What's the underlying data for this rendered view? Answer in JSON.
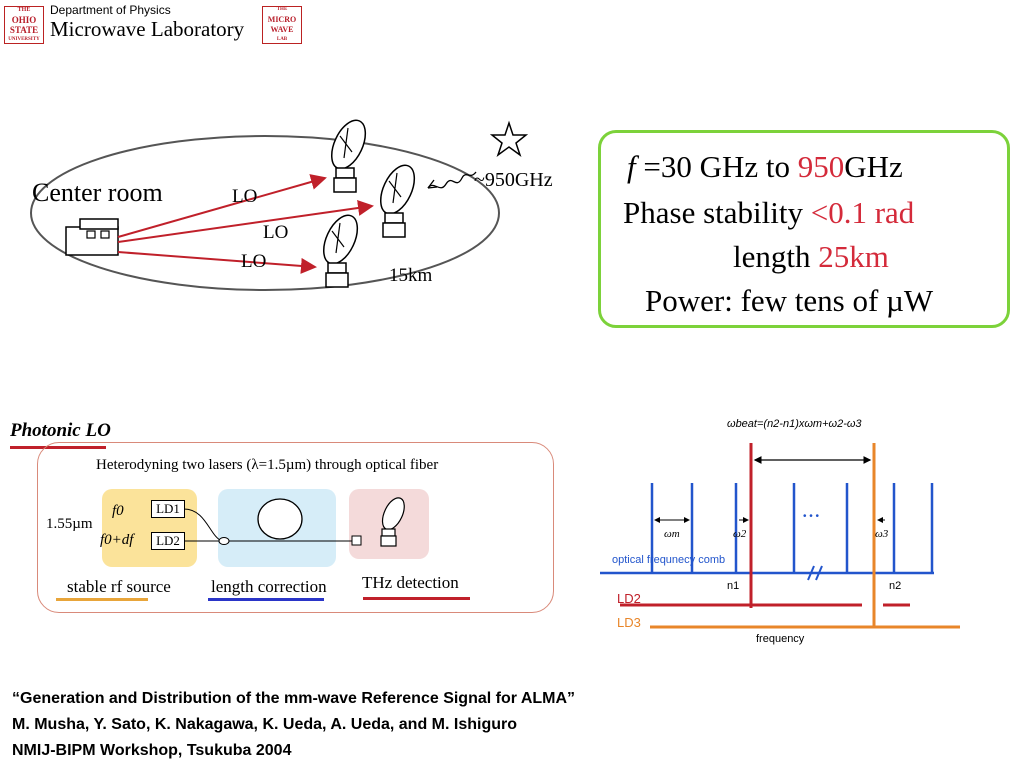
{
  "header": {
    "osu_logo_lines": [
      "THE",
      "OHIO",
      "STATE",
      "UNIVERSITY"
    ],
    "department": "Department of Physics",
    "lab_name": "Microwave Laboratory",
    "mw_logo_lines": [
      "THE",
      "MICRO",
      "WAVE",
      "LAB"
    ]
  },
  "network": {
    "center_room": "Center room",
    "lo1": "LO",
    "lo2": "LO",
    "lo3": "LO",
    "freq_label": "~950GHz",
    "distance": "15km"
  },
  "spec": {
    "f_symbol": "f",
    "f_prefix": " =30 GHz to ",
    "f_value": "950",
    "f_unit": "GHz",
    "phase_label": "Phase stability  ",
    "phase_value": "<0.1 rad",
    "length_label": "length   ",
    "length_value": "25km",
    "power_label": "Power:  few tens of µW"
  },
  "photonic": {
    "title": "Photonic LO",
    "subtitle": "Heterodyning two lasers (λ=1.5µm) through optical fiber",
    "wavelength": "1.55µm",
    "f0": "f0",
    "f0df": "f0+df",
    "ld1": "LD1",
    "ld2": "LD2",
    "stable_rf": "stable rf source",
    "length_corr": "length correction",
    "thz": "THz detection"
  },
  "spectrum": {
    "formula": "ωbeat=(n2-n1)xωm+ω2-ω3",
    "omega_m": "ωm",
    "omega_2": "ω2",
    "omega_3": "ω3",
    "ellipsis": "• • •",
    "comb_label": "optical  frequnecy comb",
    "n1": "n1",
    "n2": "n2",
    "ld2": "LD2",
    "ld3": "LD3",
    "x_axis": "frequency"
  },
  "citation": {
    "title": "“Generation and Distribution of the mm-wave Reference Signal for ALMA”",
    "authors": "M. Musha, Y. Sato, K. Nakagawa, K. Ueda, A. Ueda, and M. Ishiguro",
    "venue": "NMIJ-BIPM Workshop, Tsukuba 2004"
  },
  "colors": {
    "red_accent": "#d42a3a",
    "green_border": "#7cd23a",
    "comb_blue": "#2255cc",
    "ld3_orange": "#e8862a"
  }
}
